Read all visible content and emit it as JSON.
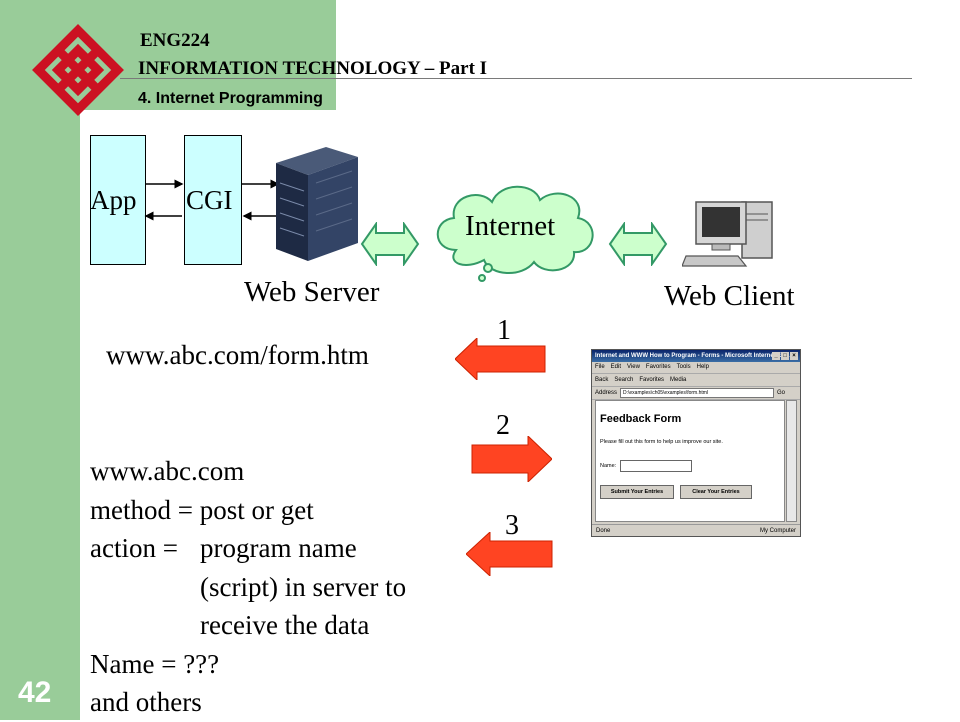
{
  "header": {
    "course": "ENG224",
    "subject": "INFORMATION TECHNOLOGY – Part I",
    "chapter": "4. Internet Programming"
  },
  "footer": {
    "page_number": "42"
  },
  "diagram": {
    "app_label": "App",
    "cgi_label": "CGI",
    "web_server_label": "Web Server",
    "internet_label": "Internet",
    "web_client_label": "Web Client",
    "step_labels": [
      "1",
      "2",
      "3"
    ]
  },
  "request_url": "www.abc.com/form.htm",
  "notes": {
    "line1": "www.abc.com",
    "line2": "method = post or get",
    "action_key": "action = ",
    "action_line1": "program name",
    "action_line2": "(script) in server to",
    "action_line3": "receive the data",
    "line_name": "Name = ???",
    "line_others": "and others"
  },
  "browser": {
    "title": "Internet and WWW How to Program - Forms - Microsoft Internet Ex...",
    "menu": [
      "File",
      "Edit",
      "View",
      "Favorites",
      "Tools",
      "Help"
    ],
    "toolbar": [
      "Back",
      "Search",
      "Favorites",
      "Media"
    ],
    "address_label": "Address",
    "address": "D:\\examples\\ch05\\examples\\form.html",
    "go_label": "Go",
    "form_title": "Feedback Form",
    "instructions": "Please fill out this form to help us improve our site.",
    "name_label": "Name:",
    "submit_label": "Submit Your Entries",
    "clear_label": "Clear Your Entries",
    "status_left": "Done",
    "status_right": "My Computer"
  },
  "colors": {
    "band_green": "#99cc99",
    "box_fill": "#ccffff",
    "arrow_red": "#ff4422",
    "arrow_green": "#ccffcc",
    "arrow_green_stroke": "#339966",
    "cloud_fill": "#ccffcc"
  }
}
